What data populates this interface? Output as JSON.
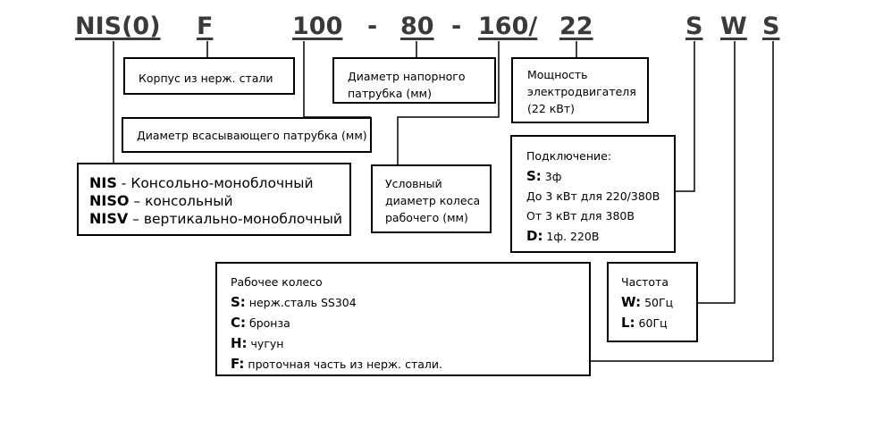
{
  "code": {
    "series": "NIS(0)",
    "material": "F",
    "suction": "100",
    "dash1": "-",
    "discharge": "80",
    "dash2": "-",
    "impeller": "160/",
    "power": "22",
    "connection": "S",
    "frequency": "W",
    "wheel": "S"
  },
  "boxes": {
    "housing": "Корпус из нерж. стали",
    "discharge_diameter": "Диаметр напорного патрубка (мм)",
    "motor_power": "Мощность электродвигателя (22 кВт)",
    "suction_diameter": "Диаметр всасывающего патрубка (мм)",
    "impeller_diameter": "Условный диаметр колеса рабочего (мм)",
    "series": {
      "rows": [
        {
          "key": "NIS",
          "text": " - Консольно-моноблочный"
        },
        {
          "key": "NISO",
          "text": " – консольный"
        },
        {
          "key": "NISV",
          "text": " – вертикально-моноблочный"
        }
      ]
    },
    "connection": {
      "title": "Подключение:",
      "s_key": "S:",
      "s_text": " 3ф",
      "line2": "До 3 кВт для 220/380В",
      "line3": "От 3 кВт для 380В",
      "d_key": "D:",
      "d_text": " 1ф. 220В"
    },
    "wheel": {
      "title": "Рабочее колесо",
      "rows": [
        {
          "key": "S:",
          "text": " нерж.сталь SS304"
        },
        {
          "key": "C:",
          "text": " бронза"
        },
        {
          "key": "H:",
          "text": " чугун"
        },
        {
          "key": "F:",
          "text": " проточная часть из нерж. стали."
        }
      ]
    },
    "frequency": {
      "title": "Частота",
      "w_key": "W:",
      "w_text": " 50Гц",
      "l_key": "L:",
      "l_text": " 60Гц"
    }
  }
}
